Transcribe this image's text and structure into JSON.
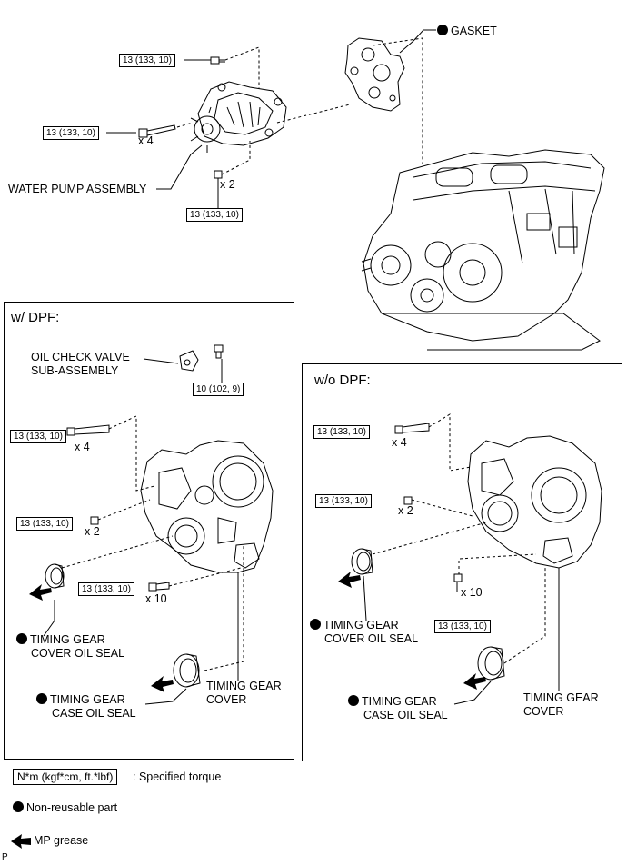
{
  "top": {
    "gasket_label": "GASKET",
    "water_pump_label": "WATER PUMP ASSEMBLY",
    "torque_1": "13 (133, 10)",
    "torque_2": "13 (133, 10)",
    "torque_3": "13 (133, 10)",
    "qty_x4": "x 4",
    "qty_x2": "x 2"
  },
  "with_dpf": {
    "title": "w/ DPF:",
    "oil_check_line1": "OIL CHECK VALVE",
    "oil_check_line2": "SUB-ASSEMBLY",
    "torque_valve": "10 (102, 9)",
    "torque_a": "13 (133, 10)",
    "qty_a": "x 4",
    "torque_b": "13 (133, 10)",
    "qty_b": "x 2",
    "torque_c": "13 (133, 10)",
    "qty_c": "x 10",
    "cover_seal_line1": "TIMING GEAR",
    "cover_seal_line2": "COVER OIL SEAL",
    "case_seal_line1": "TIMING GEAR",
    "case_seal_line2": "CASE OIL SEAL",
    "cover_line1": "TIMING GEAR",
    "cover_line2": "COVER"
  },
  "without_dpf": {
    "title": "w/o DPF:",
    "torque_a": "13 (133, 10)",
    "qty_a": "x 4",
    "torque_b": "13 (133, 10)",
    "qty_b": "x 2",
    "torque_c": "13 (133, 10)",
    "qty_c": "x 10",
    "cover_seal_line1": "TIMING GEAR",
    "cover_seal_line2": "COVER OIL SEAL",
    "case_seal_line1": "TIMING GEAR",
    "case_seal_line2": "CASE OIL SEAL",
    "cover_line1": "TIMING GEAR",
    "cover_line2": "COVER"
  },
  "legend": {
    "torque_units": "N*m (kgf*cm, ft.*lbf)",
    "torque_desc": ": Specified torque",
    "nonreusable": "Non-reusable part",
    "grease": "MP grease"
  },
  "corner_mark": "P"
}
